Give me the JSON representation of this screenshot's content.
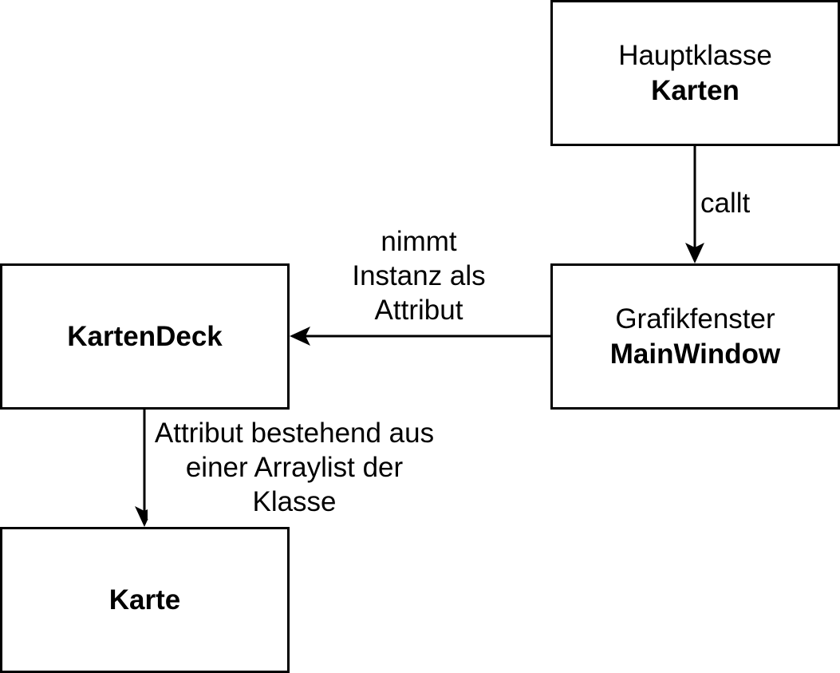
{
  "nodes": {
    "hauptklasse": {
      "line1": "Hauptklasse",
      "line2": "Karten"
    },
    "mainwindow": {
      "line1": "Grafikfenster",
      "line2": "MainWindow"
    },
    "kartendeck": {
      "line1": "KartenDeck"
    },
    "karte": {
      "line1": "Karte"
    }
  },
  "edges": {
    "callt": {
      "label": "callt"
    },
    "nimmt": {
      "label_lines": [
        "nimmt",
        "Instanz als",
        "Attribut"
      ]
    },
    "attribut": {
      "label_lines": [
        "Attribut bestehend aus",
        "einer Arraylist der",
        "Klasse"
      ]
    }
  }
}
